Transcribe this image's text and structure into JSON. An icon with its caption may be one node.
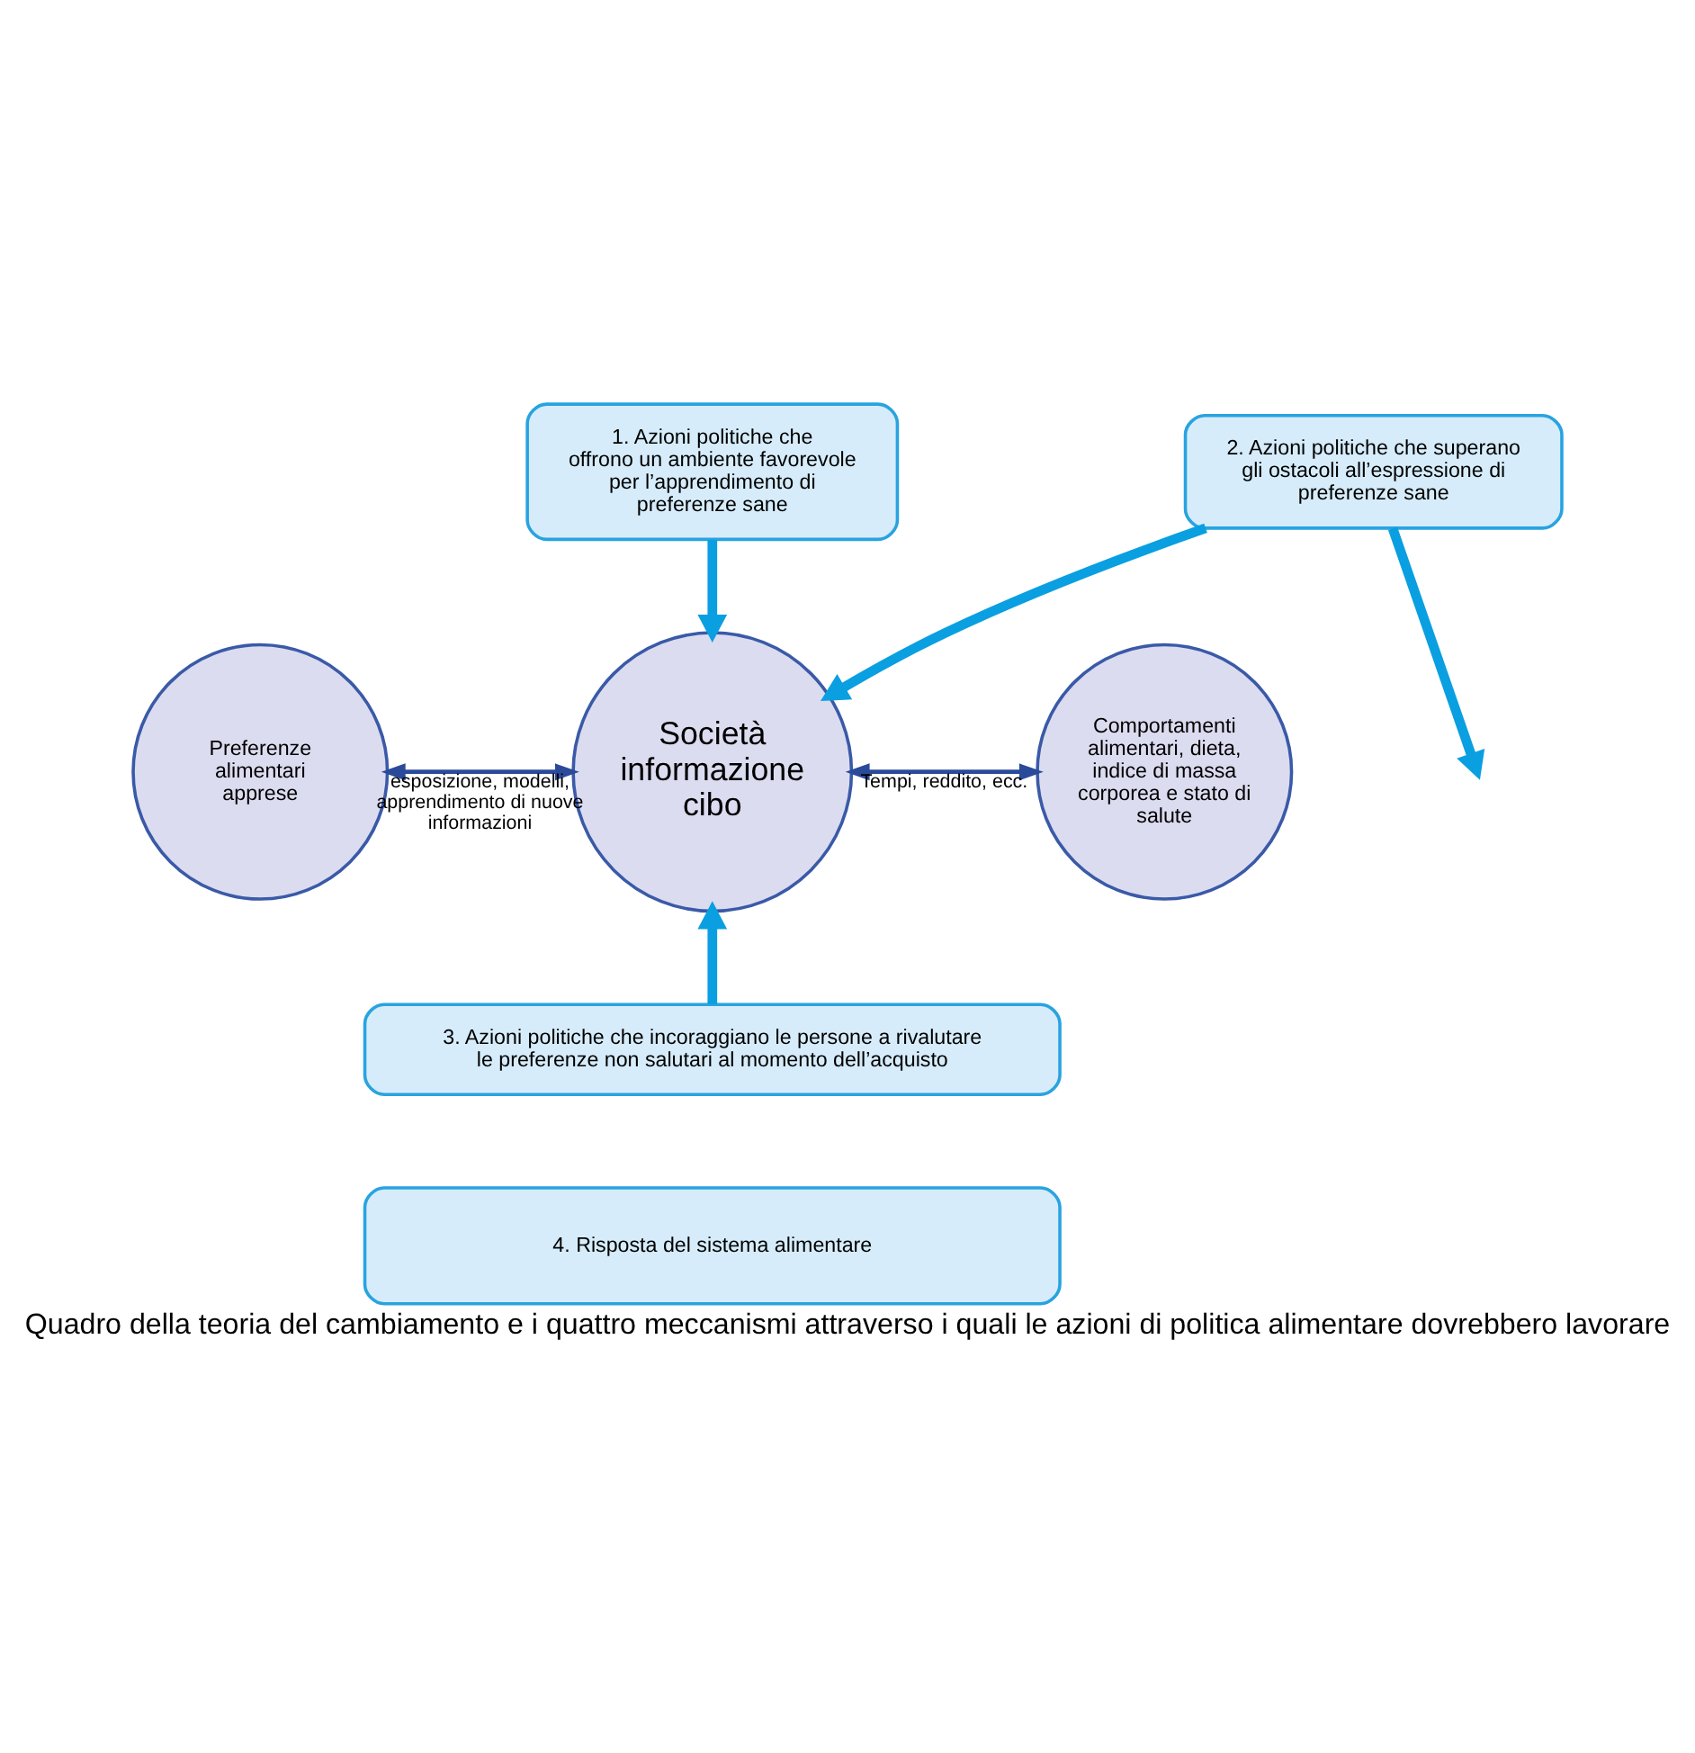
{
  "diagram": {
    "caption": "Quadro della teoria del cambiamento e i quattro meccanismi attraverso i quali le azioni di politica alimentare dovrebbero lavorare",
    "nodes": [
      {
        "text": [
          "1. Azioni politiche che offrono un ambiente favorevole per l’apprendimento di preferenze sane"
        ]
      },
      {
        "text": [
          "2. Azioni politiche che superano gli ostacoli all’espressione di preferenze sane"
        ]
      },
      {
        "text": [
          "Preferenze alimentari apprese"
        ]
      },
      {
        "text": [
          "Società informazione cibo"
        ]
      },
      {
        "text": [
          "Comportamenti alimentari, dieta, indice di massa corporea e stato di salute"
        ]
      },
      {
        "text": [
          "3. Azioni politiche che incoraggiano le persone a rivalutare le preferenze non salutari al momento dell’acquisto"
        ]
      },
      {
        "text": [
          "4. Risposta del sistema alimentare"
        ]
      }
    ],
    "edges": [
      {
        "from": 0,
        "to": 3,
        "arrow": "to",
        "style": "thick",
        "color": "#0a9fe0"
      },
      {
        "from": 1,
        "to": 3,
        "arrow": "to",
        "style": "thick",
        "color": "#0a9fe0"
      },
      {
        "from": 1,
        "to": null,
        "arrow": "to",
        "style": "thick",
        "color": "#0a9fe0"
      },
      {
        "from": 2,
        "to": 3,
        "arrow": "to"
      },
      {
        "from": 3,
        "to": 2,
        "arrow": "to",
        "label": "esposizione, modelli, apprendimento di nuove informazioni"
      },
      {
        "from": 3,
        "to": 4,
        "arrow": "to"
      },
      {
        "from": 4,
        "to": 3,
        "arrow": "to",
        "label": "Tempi, reddito, ecc."
      },
      {
        "from": 5,
        "to": 3,
        "arrow": "to",
        "style": "thick",
        "color": "#0a9fe0"
      }
    ]
  }
}
